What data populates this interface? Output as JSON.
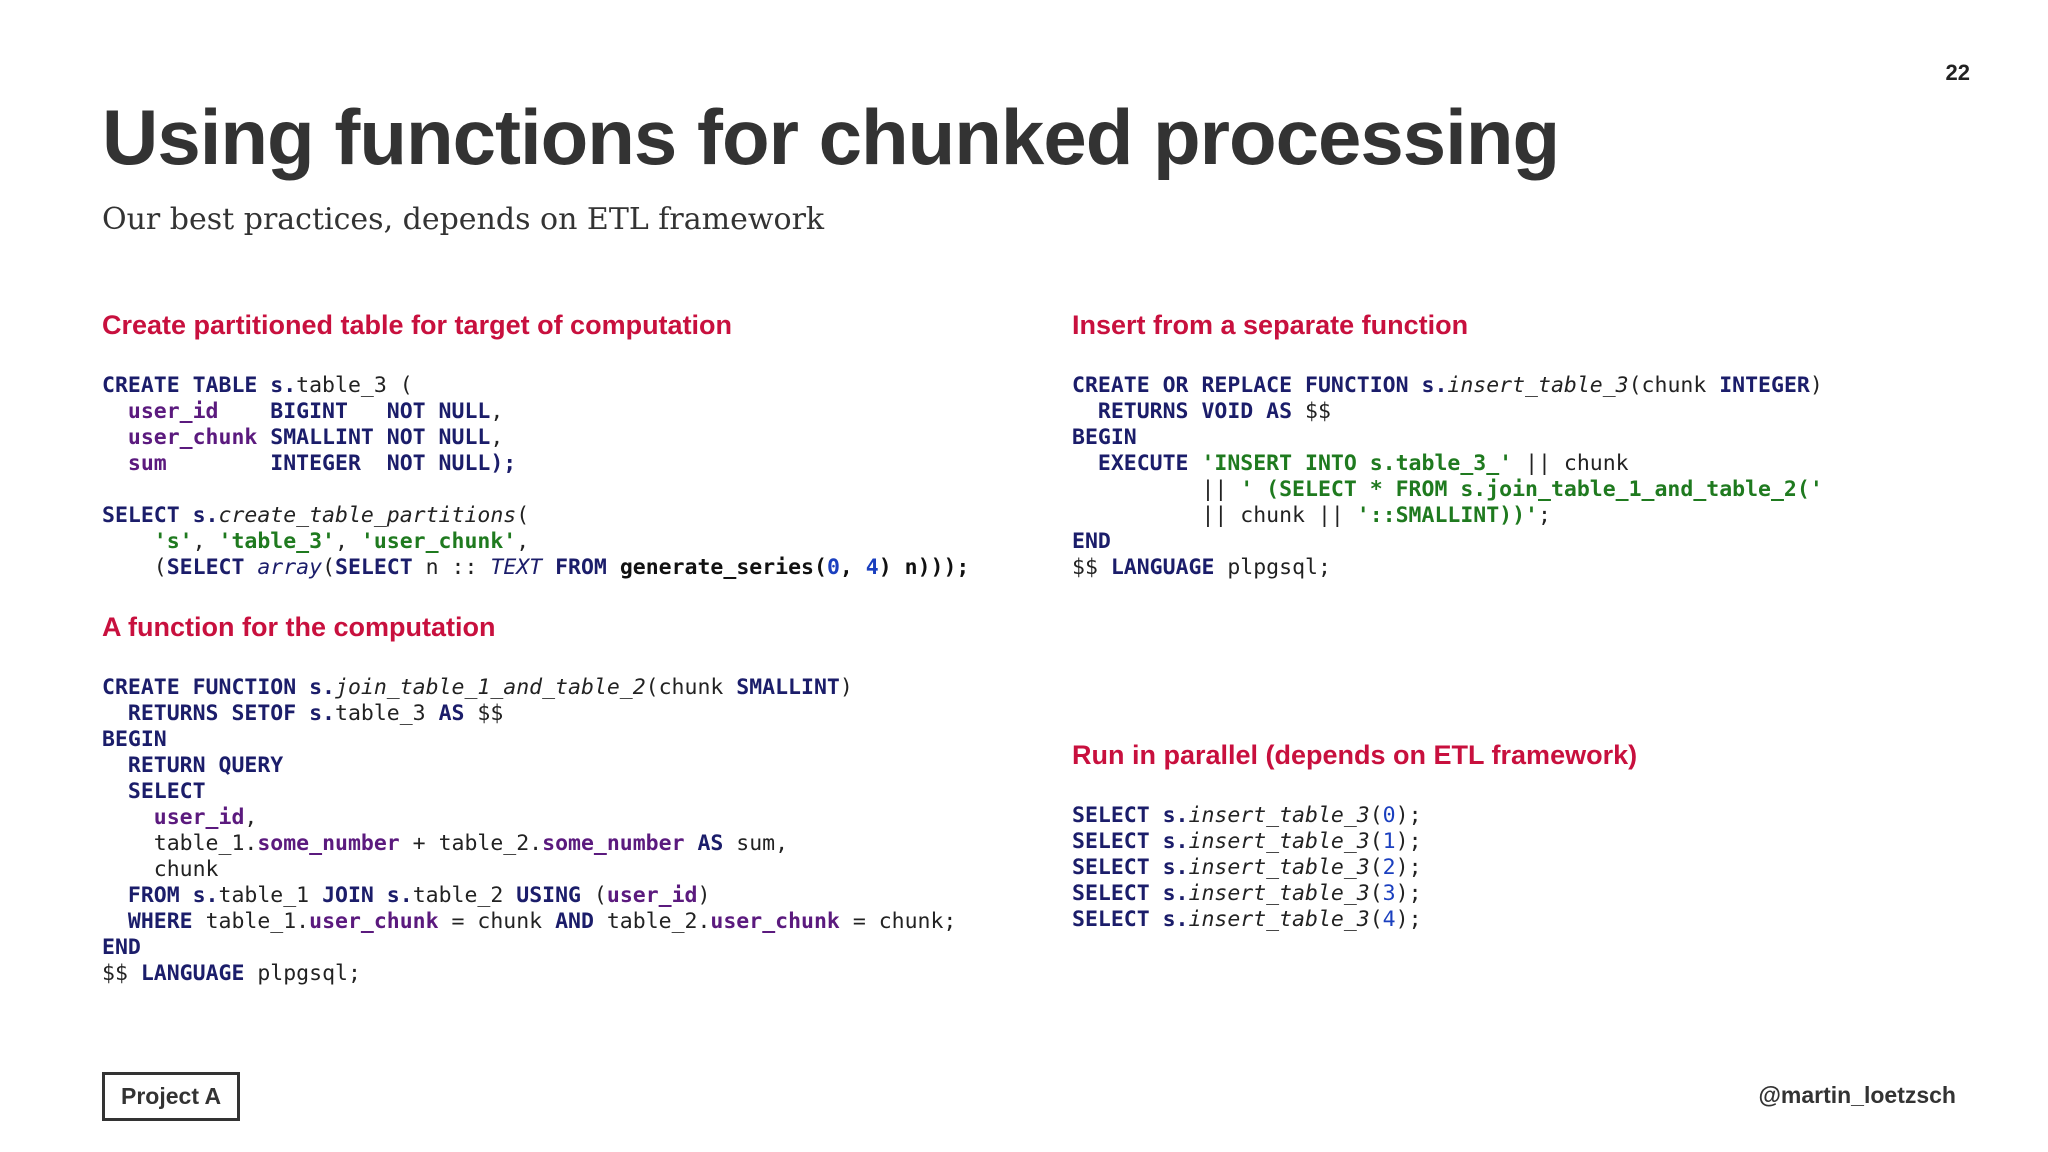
{
  "page_number": "22",
  "title": "Using functions for chunked processing",
  "subtitle": "Our best practices, depends on ETL framework",
  "sections": {
    "create_table": {
      "heading": "Create partitioned table for target of computation",
      "code": [
        [
          [
            "k",
            "CREATE TABLE "
          ],
          [
            "k",
            "s."
          ],
          [
            "",
            "table_3 ("
          ]
        ],
        [
          [
            "c",
            "  user_id    "
          ],
          [
            "k",
            "BIGINT   NOT NULL"
          ],
          [
            "",
            ","
          ]
        ],
        [
          [
            "c",
            "  user_chunk "
          ],
          [
            "k",
            "SMALLINT NOT NULL"
          ],
          [
            "",
            ","
          ]
        ],
        [
          [
            "c",
            "  sum        "
          ],
          [
            "k",
            "INTEGER  NOT NULL);"
          ]
        ],
        [
          [
            "",
            ""
          ]
        ],
        [
          [
            "k",
            "SELECT "
          ],
          [
            "k",
            "s."
          ],
          [
            "fx",
            "create_table_partitions"
          ],
          [
            "",
            "("
          ]
        ],
        [
          [
            "s",
            "    's'"
          ],
          [
            "",
            ", "
          ],
          [
            "s",
            "'table_3'"
          ],
          [
            "",
            ", "
          ],
          [
            "s",
            "'user_chunk'"
          ],
          [
            "",
            ","
          ]
        ],
        [
          [
            "",
            "    ("
          ],
          [
            "k",
            "SELECT "
          ],
          [
            "fk",
            "array"
          ],
          [
            "",
            "("
          ],
          [
            "k",
            "SELECT "
          ],
          [
            "",
            "n :: "
          ],
          [
            "fk",
            "TEXT"
          ],
          [
            "k",
            " FROM "
          ],
          [
            "b",
            "generate_series("
          ],
          [
            "nb",
            "0"
          ],
          [
            "b",
            ", "
          ],
          [
            "nb",
            "4"
          ],
          [
            "b",
            ") n)));"
          ]
        ]
      ]
    },
    "computation_function": {
      "heading": "A function for the computation",
      "code": [
        [
          [
            "k",
            "CREATE FUNCTION "
          ],
          [
            "k",
            "s."
          ],
          [
            "fx",
            "join_table_1_and_table_2"
          ],
          [
            "",
            "(chunk "
          ],
          [
            "k",
            "SMALLINT"
          ],
          [
            "",
            ")"
          ]
        ],
        [
          [
            "k",
            "  RETURNS SETOF "
          ],
          [
            "k",
            "s."
          ],
          [
            "",
            "table_3 "
          ],
          [
            "k",
            "AS "
          ],
          [
            "",
            "$$"
          ]
        ],
        [
          [
            "k",
            "BEGIN"
          ]
        ],
        [
          [
            "k",
            "  RETURN QUERY"
          ]
        ],
        [
          [
            "k",
            "  SELECT"
          ]
        ],
        [
          [
            "c",
            "    user_id"
          ],
          [
            "",
            ","
          ]
        ],
        [
          [
            "",
            "    table_1."
          ],
          [
            "c",
            "some_number"
          ],
          [
            "",
            " + table_2."
          ],
          [
            "c",
            "some_number"
          ],
          [
            "k",
            " AS "
          ],
          [
            "",
            "sum,"
          ]
        ],
        [
          [
            "",
            "    chunk"
          ]
        ],
        [
          [
            "k",
            "  FROM "
          ],
          [
            "k",
            "s."
          ],
          [
            "",
            "table_1 "
          ],
          [
            "k",
            "JOIN "
          ],
          [
            "k",
            "s."
          ],
          [
            "",
            "table_2 "
          ],
          [
            "k",
            "USING "
          ],
          [
            "",
            "("
          ],
          [
            "c",
            "user_id"
          ],
          [
            "",
            ")"
          ]
        ],
        [
          [
            "k",
            "  WHERE "
          ],
          [
            "",
            "table_1."
          ],
          [
            "c",
            "user_chunk"
          ],
          [
            "",
            " = chunk "
          ],
          [
            "k",
            "AND "
          ],
          [
            "",
            "table_2."
          ],
          [
            "c",
            "user_chunk"
          ],
          [
            "",
            " = chunk;"
          ]
        ],
        [
          [
            "k",
            "END"
          ]
        ],
        [
          [
            "",
            "$$ "
          ],
          [
            "k",
            "LANGUAGE "
          ],
          [
            "",
            "plpgsql;"
          ]
        ]
      ]
    },
    "insert_function": {
      "heading": "Insert from a separate function",
      "code": [
        [
          [
            "k",
            "CREATE OR REPLACE FUNCTION "
          ],
          [
            "k",
            "s."
          ],
          [
            "fx",
            "insert_table_3"
          ],
          [
            "",
            "(chunk "
          ],
          [
            "k",
            "INTEGER"
          ],
          [
            "",
            ")"
          ]
        ],
        [
          [
            "k",
            "  RETURNS VOID AS "
          ],
          [
            "",
            "$$"
          ]
        ],
        [
          [
            "k",
            "BEGIN"
          ]
        ],
        [
          [
            "k",
            "  EXECUTE "
          ],
          [
            "s",
            "'INSERT INTO s.table_3_'"
          ],
          [
            "",
            " || chunk"
          ]
        ],
        [
          [
            "",
            "          || "
          ],
          [
            "s",
            "' (SELECT * FROM s.join_table_1_and_table_2('"
          ]
        ],
        [
          [
            "",
            "          || chunk || "
          ],
          [
            "s",
            "'::SMALLINT))'"
          ],
          [
            "",
            ";"
          ]
        ],
        [
          [
            "k",
            "END"
          ]
        ],
        [
          [
            "",
            "$$ "
          ],
          [
            "k",
            "LANGUAGE "
          ],
          [
            "",
            "plpgsql;"
          ]
        ]
      ]
    },
    "run_parallel": {
      "heading": "Run in parallel (depends on ETL framework)",
      "code": [
        [
          [
            "k",
            "SELECT "
          ],
          [
            "k",
            "s."
          ],
          [
            "fx",
            "insert_table_3"
          ],
          [
            "",
            "("
          ],
          [
            "n",
            "0"
          ],
          [
            "",
            ");"
          ]
        ],
        [
          [
            "k",
            "SELECT "
          ],
          [
            "k",
            "s."
          ],
          [
            "fx",
            "insert_table_3"
          ],
          [
            "",
            "("
          ],
          [
            "n",
            "1"
          ],
          [
            "",
            ");"
          ]
        ],
        [
          [
            "k",
            "SELECT "
          ],
          [
            "k",
            "s."
          ],
          [
            "fx",
            "insert_table_3"
          ],
          [
            "",
            "("
          ],
          [
            "n",
            "2"
          ],
          [
            "",
            ");"
          ]
        ],
        [
          [
            "k",
            "SELECT "
          ],
          [
            "k",
            "s."
          ],
          [
            "fx",
            "insert_table_3"
          ],
          [
            "",
            "("
          ],
          [
            "n",
            "3"
          ],
          [
            "",
            ");"
          ]
        ],
        [
          [
            "k",
            "SELECT "
          ],
          [
            "k",
            "s."
          ],
          [
            "fx",
            "insert_table_3"
          ],
          [
            "",
            "("
          ],
          [
            "n",
            "4"
          ],
          [
            "",
            ");"
          ]
        ]
      ]
    }
  },
  "footer": {
    "badge": "Project A",
    "author": "@martin_loetzsch"
  },
  "colors": {
    "heading": "#c8103e",
    "keyword": "#1b1d6a",
    "column": "#5b1a7e",
    "string": "#1f7a1f",
    "number": "#1a3fbf"
  }
}
